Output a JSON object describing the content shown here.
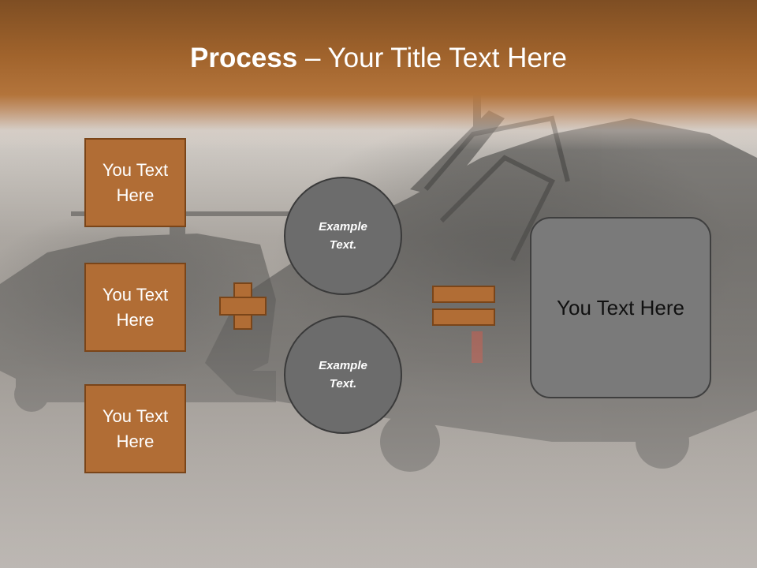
{
  "slide": {
    "title_bold": "Process",
    "title_rest": " – Your Title Text Here"
  },
  "left_boxes": [
    {
      "label": "You Text Here"
    },
    {
      "label": "You Text Here"
    },
    {
      "label": "You Text Here"
    }
  ],
  "circles": [
    {
      "label": "Example Text."
    },
    {
      "label": "Example Text."
    }
  ],
  "result": {
    "label": "You Text Here"
  },
  "colors": {
    "header": "#a0632c",
    "box_fill": "#b16d35",
    "box_border": "#7a4519",
    "circle_fill": "#6c6c6c",
    "result_fill": "#7a7a7a"
  },
  "icons": {
    "operator_1": "plus-icon",
    "operator_2": "equals-icon"
  }
}
